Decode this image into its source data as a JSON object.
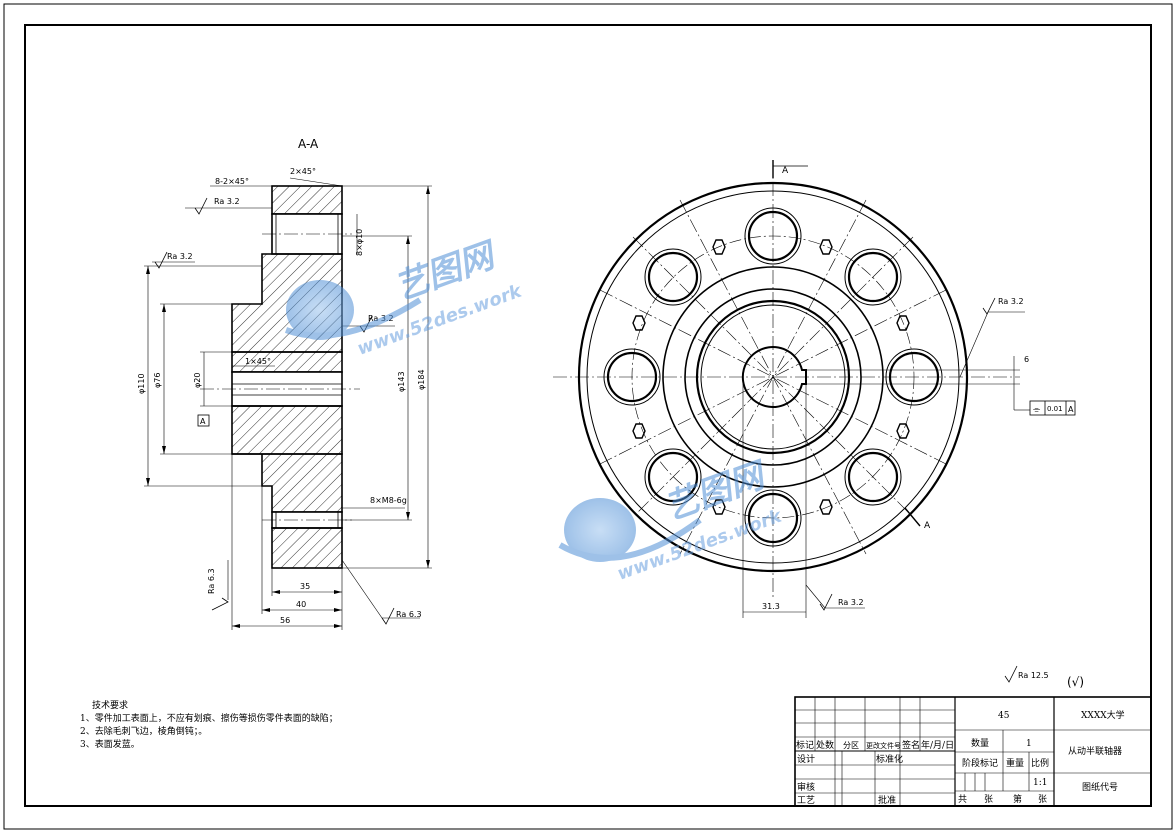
{
  "section_view": {
    "title": "A-A",
    "chamfer_label": "2×45°",
    "hole_chamfer_label": "8-2×45°",
    "bore_chamfer_label": "1×45°",
    "roughness": {
      "ra32_a": "Ra 3.2",
      "ra32_b": "Ra 3.2",
      "ra32_c": "Ra 3.2",
      "ra63_a": "Ra 6.3",
      "ra63_b": "Ra 6.3"
    },
    "dims": {
      "hole_dia": "8×φ10",
      "bore_dia": "φ20",
      "spigot_dia": "φ110",
      "inner_dia": "φ76",
      "pcd": "φ143",
      "outer_dia": "φ184",
      "thread": "8×M8-6g",
      "len_35": "35",
      "len_40": "40",
      "len_56": "56"
    },
    "datum": "A"
  },
  "front_view": {
    "section_mark_top": "A",
    "section_mark_bottom": "A",
    "keyway_width": "6",
    "keyway_depth": "31.3",
    "roughness_right": "Ra 3.2",
    "roughness_bottom": "Ra 3.2",
    "tolerance": {
      "symbol": "⌯",
      "value": "0.01",
      "datum": "A"
    }
  },
  "watermark": {
    "brand": "艺图网",
    "url": "www.52des.work"
  },
  "other_roughness": {
    "label": "Ra 12.5",
    "check": "(√)"
  },
  "tech_requirements": {
    "title": "技术要求",
    "items": [
      "1、零件加工表面上，不应有划痕、擦伤等损伤零件表面的缺陷；",
      "2、去除毛刺飞边，棱角倒钝；。",
      "3、表面发蓝。"
    ]
  },
  "title_block": {
    "material": "45",
    "school": "XXXX大学",
    "part_name": "从动半联轴器",
    "drawing_no": "图纸代号",
    "quantity_label": "数量",
    "quantity": "1",
    "stage_label": "阶段标记",
    "weight_label": "重量",
    "scale_label": "比例",
    "scale": "1:1",
    "sheets_total": "共",
    "sheets_unit1": "张",
    "sheet_no": "第",
    "sheets_unit2": "张",
    "row_labels": {
      "mark": "标记",
      "count": "处数",
      "zone": "分区",
      "change_no": "更改文件号",
      "sign": "签名",
      "date": "年/月/日"
    },
    "design": "设计",
    "standardize": "标准化",
    "review": "审核",
    "process": "工艺",
    "approve": "批准"
  }
}
